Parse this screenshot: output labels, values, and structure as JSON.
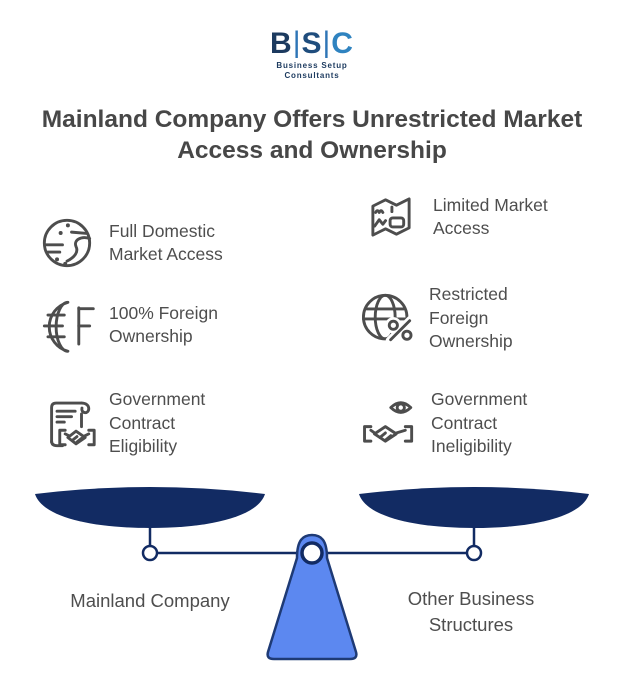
{
  "logo": {
    "letter_b": "B",
    "letter_s": "S",
    "letter_c": "C",
    "separator": "|",
    "tagline_line1": "Business Setup",
    "tagline_line2": "Consultants"
  },
  "title": {
    "line1": "Mainland Company Offers Unrestricted Market",
    "line2": "Access and Ownership"
  },
  "features": {
    "left": [
      {
        "icon": "globe-map-icon",
        "lines": [
          "Full Domestic",
          "Market Access"
        ]
      },
      {
        "icon": "globe-f-icon",
        "lines": [
          "100% Foreign",
          "Ownership"
        ]
      },
      {
        "icon": "contract-handshake-icon",
        "lines": [
          "Government",
          "Contract",
          "Eligibility"
        ]
      }
    ],
    "right": [
      {
        "icon": "folded-map-icon",
        "lines": [
          "Limited Market",
          "Access"
        ]
      },
      {
        "icon": "globe-restricted-icon",
        "lines": [
          "Restricted",
          "Foreign",
          "Ownership"
        ]
      },
      {
        "icon": "eye-handshake-icon",
        "lines": [
          "Government",
          "Contract",
          "Ineligibility"
        ]
      }
    ]
  },
  "scale": {
    "left_label": "Mainland Company",
    "right_label_line1": "Other Business",
    "right_label_line2": "Structures"
  },
  "colors": {
    "navy": "#122b63",
    "fulcrum_blue": "#5c88f0",
    "fulcrum_stroke": "#1e3a75",
    "icon_stroke": "#4d4d4d",
    "title_text": "#474747",
    "body_text": "#4e4e4e",
    "logo_navy": "#1c3a5f",
    "logo_mid_blue": "#1f4d7d",
    "logo_light_blue": "#2f83c0",
    "logo_separator": "#2e75b6"
  }
}
